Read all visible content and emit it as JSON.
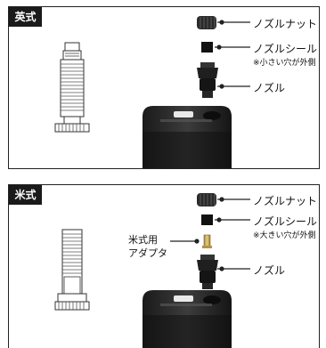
{
  "top_panel": {
    "tag": "英式",
    "labels": {
      "nut": "ノズルナット",
      "seal": "ノズルシール",
      "seal_note": "※小さい穴が外側",
      "nozzle": "ノズル"
    }
  },
  "bottom_panel": {
    "tag": "米式",
    "labels": {
      "nut": "ノズルナット",
      "seal": "ノズルシール",
      "seal_note": "※大きい穴が外側",
      "adapter_line1": "米式用",
      "adapter_line2": "アダプタ",
      "nozzle": "ノズル"
    }
  }
}
